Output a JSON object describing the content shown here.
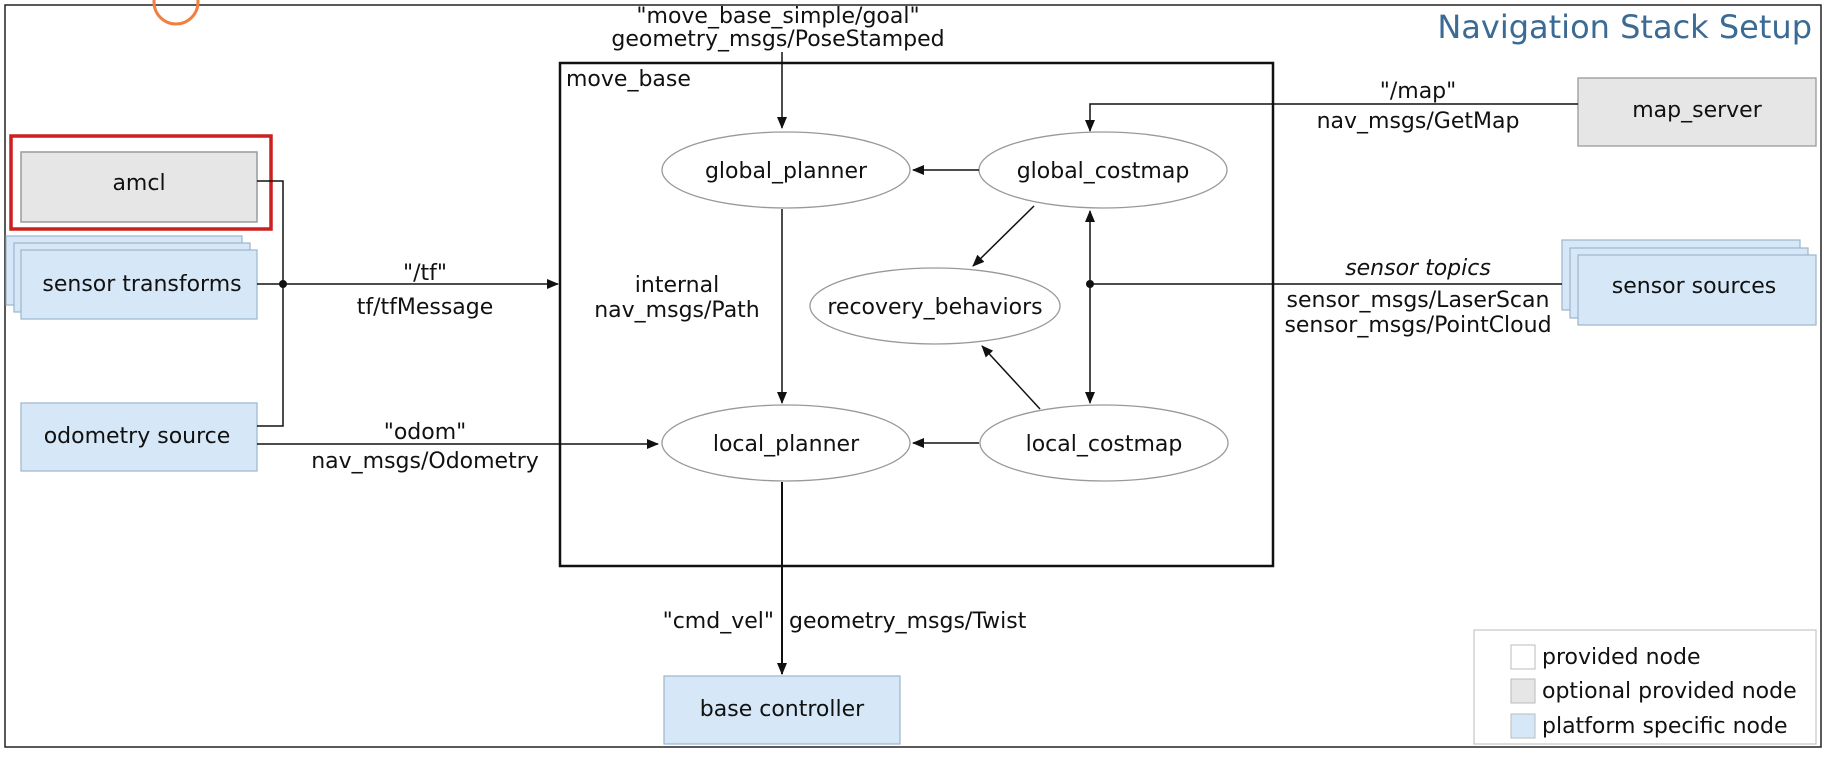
{
  "title": "Navigation Stack Setup",
  "container": {
    "label": "move_base"
  },
  "nodes": {
    "amcl": "amcl",
    "sensor_transforms": "sensor transforms",
    "odometry_source": "odometry source",
    "map_server": "map_server",
    "sensor_sources": "sensor sources",
    "base_controller": "base controller",
    "global_planner": "global_planner",
    "global_costmap": "global_costmap",
    "recovery_behaviors": "recovery_behaviors",
    "local_planner": "local_planner",
    "local_costmap": "local_costmap"
  },
  "edges": {
    "goal_topic": "\"move_base_simple/goal\"",
    "goal_type": "geometry_msgs/PoseStamped",
    "map_topic": "\"/map\"",
    "map_type": "nav_msgs/GetMap",
    "tf_topic": "\"/tf\"",
    "tf_type": "tf/tfMessage",
    "internal_label": "internal",
    "path_type": "nav_msgs/Path",
    "odom_topic": "\"odom\"",
    "odom_type": "nav_msgs/Odometry",
    "sensor_topics": "sensor topics",
    "laser_type": "sensor_msgs/LaserScan",
    "cloud_type": "sensor_msgs/PointCloud",
    "cmd_vel_topic": "\"cmd_vel\"",
    "cmd_vel_type": "geometry_msgs/Twist"
  },
  "legend": {
    "provided": "provided node",
    "optional": "optional provided node",
    "platform": "platform specific node"
  },
  "colors": {
    "provided": "#ffffff",
    "optional": "#e6e6e6",
    "platform": "#d6e8f8",
    "highlight": "#cc1f1f",
    "title": "#3b6b95"
  }
}
